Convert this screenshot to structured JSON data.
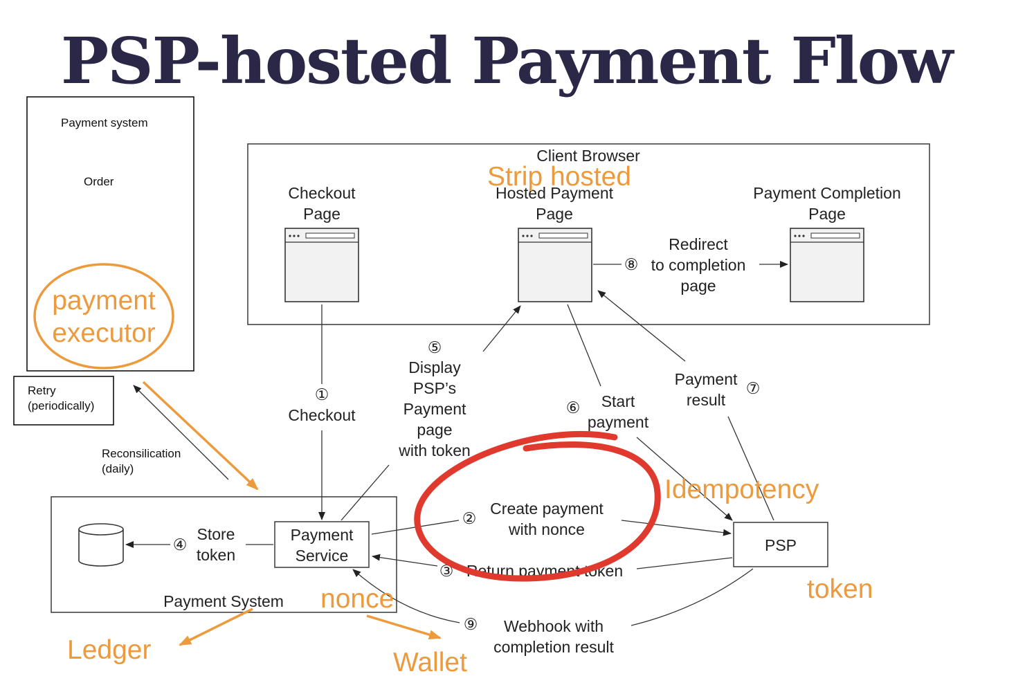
{
  "title": "PSP-hosted Payment Flow",
  "payment_system_note": {
    "title": "Payment system",
    "order": "Order",
    "executor": "payment\nexecutor"
  },
  "retry": "Retry\n(periodically)",
  "reconciliation": "Reconsilication\n(daily)",
  "client_browser": {
    "title": "Client Browser",
    "checkout_page": "Checkout\nPage",
    "hosted_page": "Hosted Payment\nPage",
    "completion_page": "Payment Completion\nPage"
  },
  "steps": {
    "s1": "①",
    "s1_label": "Checkout",
    "s2": "②",
    "s2_label": "Create payment\nwith nonce",
    "s3": "③",
    "s3_label": "Return payment token",
    "s4": "④",
    "s4_label": "Store\ntoken",
    "s5": "⑤",
    "s5_label": "Display\nPSP’s\nPayment\npage\nwith token",
    "s6": "⑥",
    "s6_label": "Start\npayment",
    "s7": "⑦",
    "s7_label": "Payment\nresult",
    "s8": "⑧",
    "s8_label": "Redirect\nto completion\npage",
    "s9": "⑨",
    "s9_label": "Webhook  with\ncompletion result"
  },
  "nodes": {
    "payment_service": "Payment\nService",
    "payment_system": "Payment System",
    "psp": "PSP"
  },
  "annotations": {
    "strip_hosted": "Strip hosted",
    "idempotency": "Idempotency",
    "token": "token",
    "nonce": "nonce",
    "ledger": "Ledger",
    "wallet": "Wallet"
  },
  "colors": {
    "annotation": "#ec9a3c",
    "highlight_circle": "#e03a2e",
    "title": "#2b2747"
  }
}
